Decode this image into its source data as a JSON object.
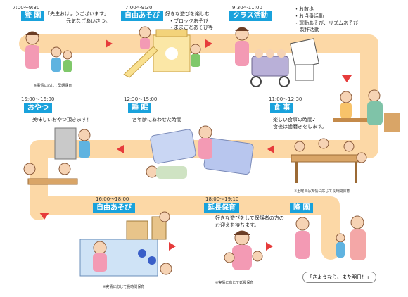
{
  "colors": {
    "track": "#fcd8a6",
    "arrow": "#e63b3b",
    "label_bg": "#19a2dc",
    "label_text": "#ffffff"
  },
  "steps": [
    {
      "time": "7:00～9:30",
      "label": "登 園",
      "desc": [
        "「先生おはようございます」",
        "元気なごあいさつ。"
      ],
      "note": "※事情に応じて早朝保育"
    },
    {
      "time": "7:00～9:30",
      "label": "自由あそび",
      "desc": [
        "好きな遊びを楽しむ",
        "・ブロックあそび",
        "・ままごとあそび等"
      ],
      "note": ""
    },
    {
      "time": "9:30～11:00",
      "label": "クラス活動",
      "desc": [
        "・お散歩",
        "・お当番活動",
        "・運動あそび、リズムあそび",
        "製作活動"
      ],
      "note": ""
    },
    {
      "time": "11:00～12:30",
      "label": "食 事",
      "desc": [
        "楽しい食事の時間♪",
        "食後は歯磨きをします。"
      ],
      "note": "※土曜日は実情に応じて長時間保育"
    },
    {
      "time": "12:30～15:00",
      "label": "睡 眠",
      "desc": [
        "各年齢にあわせた時間"
      ],
      "note": ""
    },
    {
      "time": "15:00～16:00",
      "label": "おやつ",
      "desc": [
        "美味しいおやつ頂きます！"
      ],
      "note": ""
    },
    {
      "time": "16:00～18:00",
      "label": "自由あそび",
      "desc": [],
      "note": "※実情に応じて長時間保育"
    },
    {
      "time": "18:00～19:10",
      "label": "延長保育",
      "desc": [
        "好きな遊びをして保護者の方の",
        "お迎えを待ちます。"
      ],
      "note": "※実情に応じて延長保育"
    },
    {
      "time": "",
      "label": "降 園",
      "desc": [
        "「さようなら、また明日！」"
      ],
      "note": ""
    }
  ]
}
